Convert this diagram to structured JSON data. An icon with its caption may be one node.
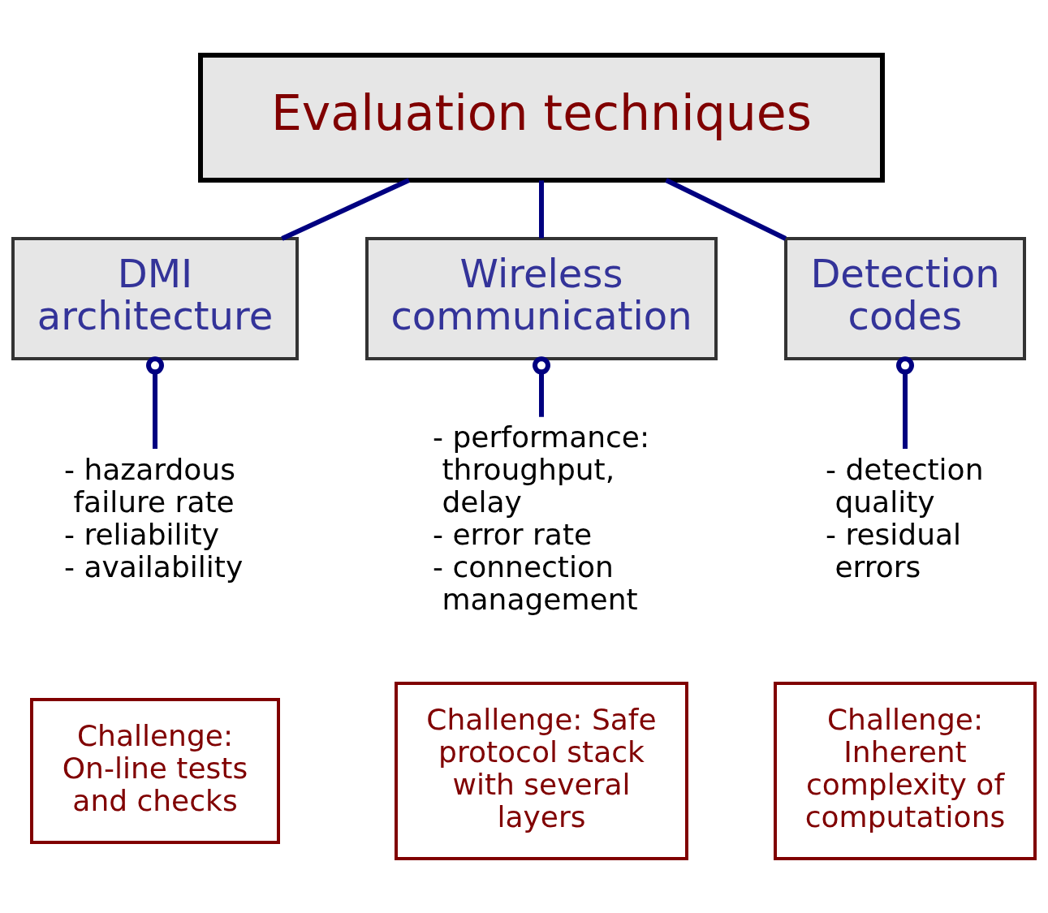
{
  "diagram": {
    "nodes": [
      {
        "text": [
          "Evaluation techniques"
        ]
      },
      {
        "text": [
          "DMI architecture"
        ]
      },
      {
        "text": [
          "Wireless communication"
        ]
      },
      {
        "text": [
          "Detection codes"
        ]
      },
      {
        "text": [
          "- hazardous failure rate",
          "- reliability",
          "- availability"
        ]
      },
      {
        "text": [
          "- performance: throughput, delay",
          "- error rate",
          "- connection management"
        ]
      },
      {
        "text": [
          "- detection quality",
          "- residual errors"
        ]
      },
      {
        "text": [
          "Challenge: On-line tests and checks"
        ]
      },
      {
        "text": [
          "Challenge: Safe protocol stack with several layers"
        ]
      },
      {
        "text": [
          "Challenge: Inherent complexity of computations"
        ]
      }
    ],
    "edges": [
      {
        "from": 0,
        "to": 1,
        "arrow": "none"
      },
      {
        "from": 0,
        "to": 2,
        "arrow": "none"
      },
      {
        "from": 0,
        "to": 3,
        "arrow": "none"
      },
      {
        "from": 1,
        "to": 4,
        "arrow": "other"
      },
      {
        "from": 2,
        "to": 5,
        "arrow": "other"
      },
      {
        "from": 3,
        "to": 6,
        "arrow": "other"
      }
    ]
  }
}
